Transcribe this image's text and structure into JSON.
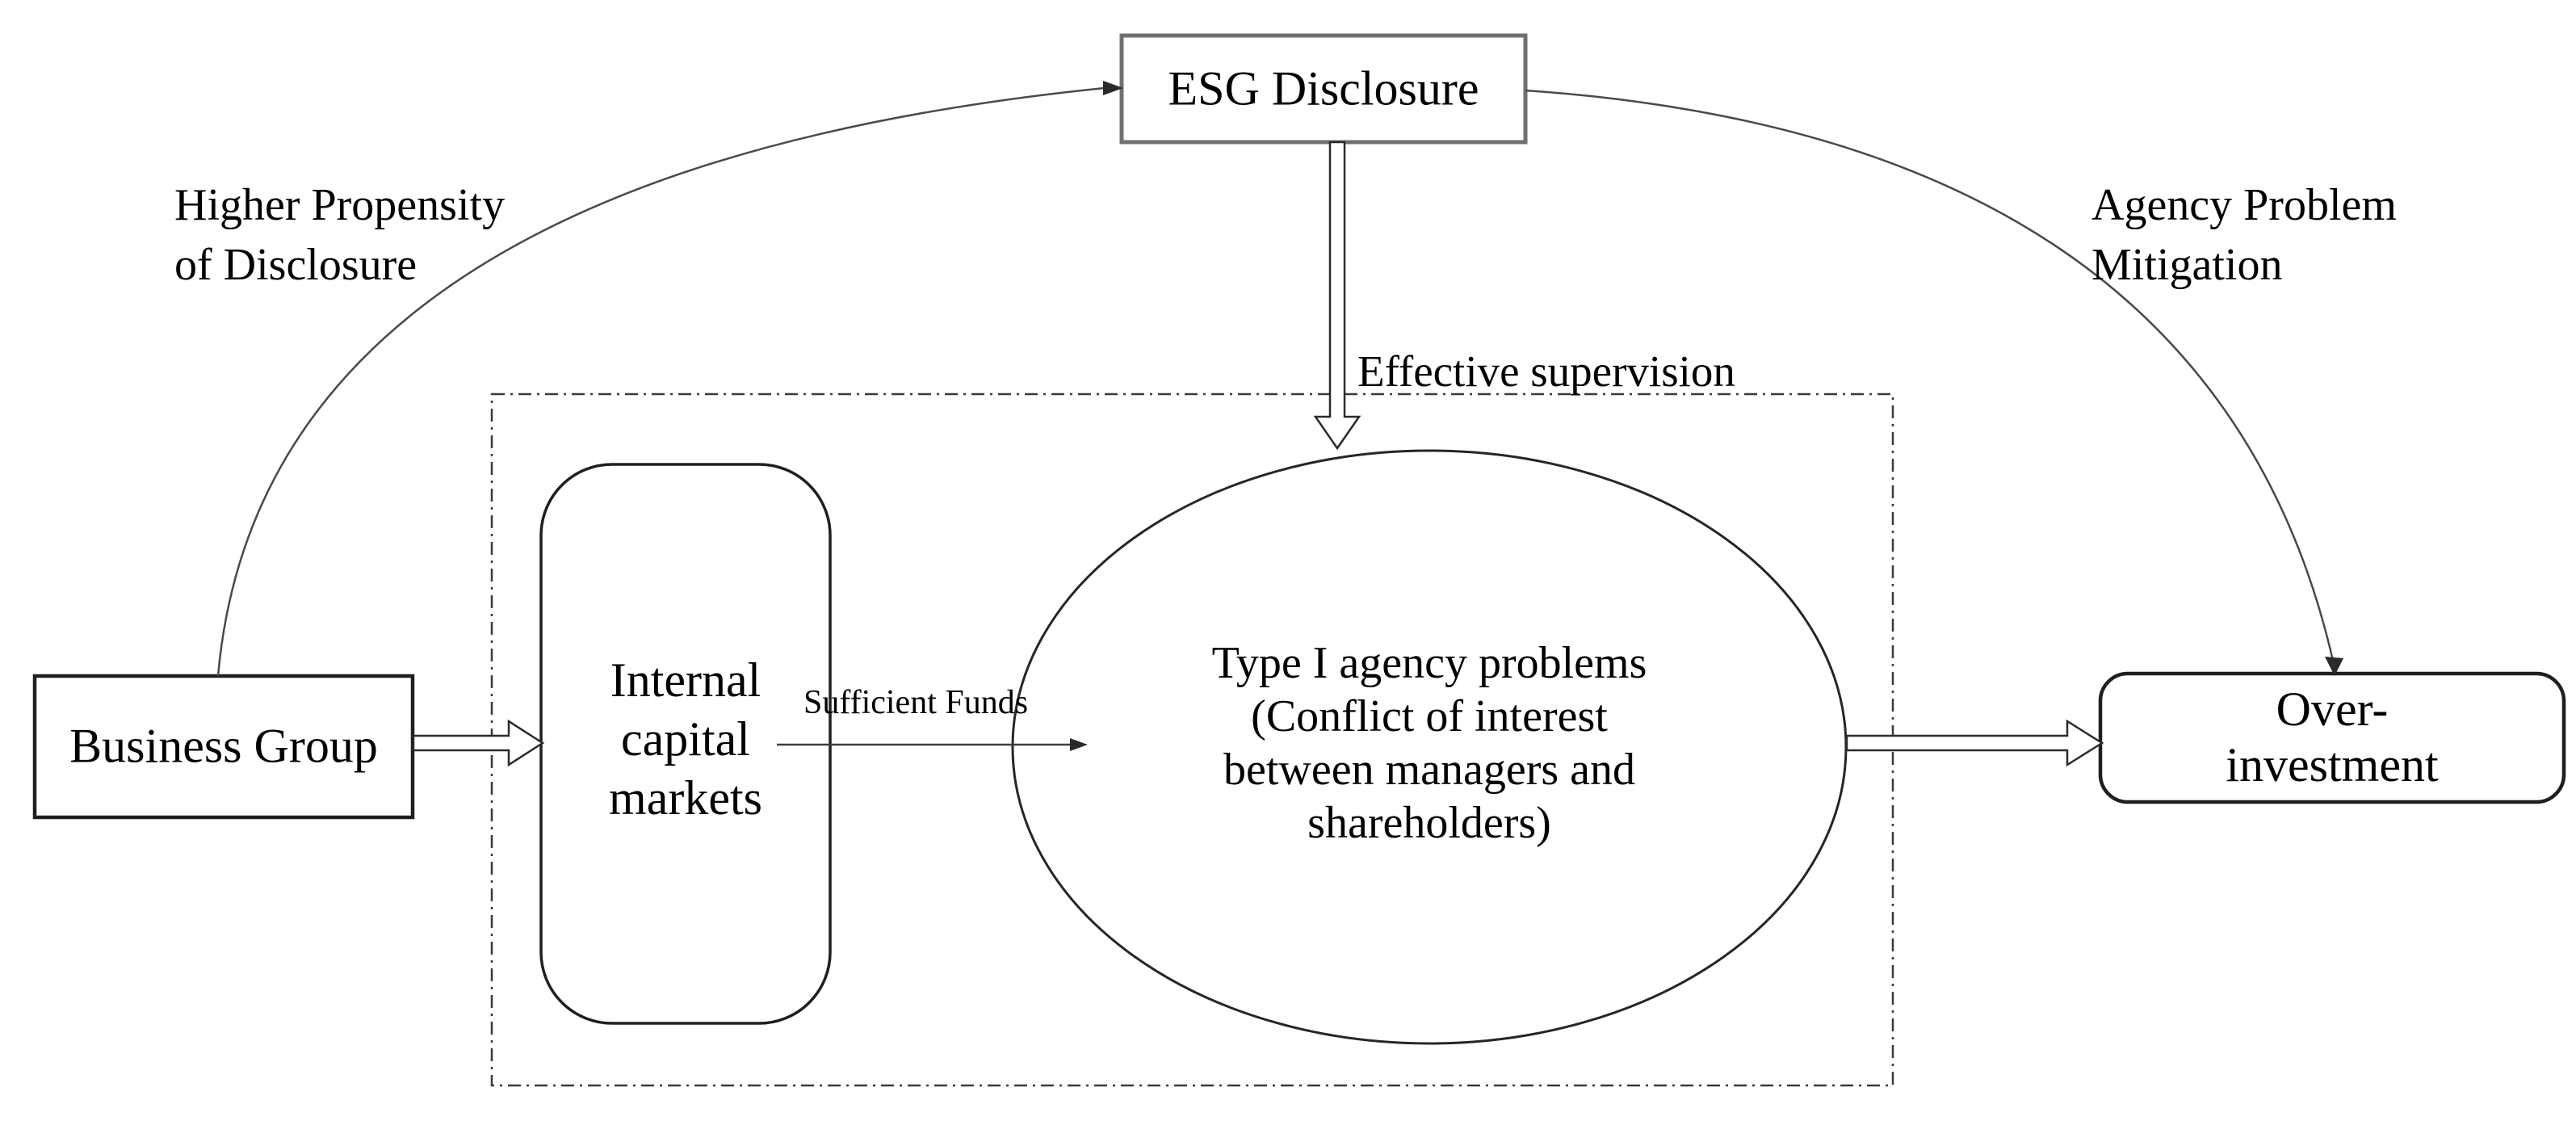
{
  "nodes": {
    "esg_disclosure": "ESG Disclosure",
    "business_group": "Business Group",
    "internal_capital_markets": "Internal\ncapital\nmarkets",
    "type1_agency_problems": "Type I agency problems\n(Conflict of interest\nbetween managers and\nshareholders)",
    "over_investment": "Over-investment"
  },
  "edge_labels": {
    "higher_propensity_of_disclosure": "Higher Propensity\nof Disclosure",
    "effective_supervision": "Effective supervision",
    "sufficient_funds": "Sufficient Funds",
    "agency_problem_mitigation": "Agency Problem\nMitigation"
  },
  "colors": {
    "background": "#ffffff",
    "text": "#000000",
    "thin_line": "#3f3f3f",
    "solid_border": "#1f1f1f",
    "esg_border": "#6f6f6f",
    "dotted_border": "#3a3a3a",
    "arrow_fill": "#ffffff",
    "arrowhead_fill": "#2a2a2a"
  }
}
